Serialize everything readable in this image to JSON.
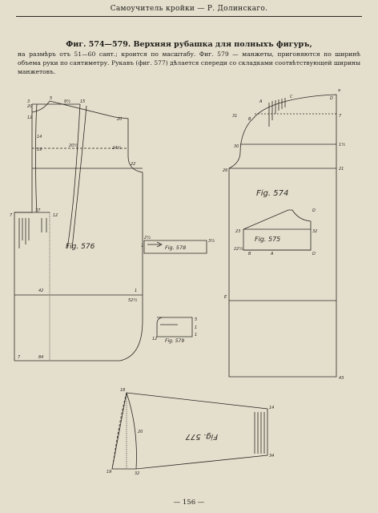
{
  "header": {
    "running_title": "Самоучитель кройки — Р. Долинскаго."
  },
  "figure": {
    "title": "Фиг. 574—579. Верхняя рубашка для полныхъ фигуръ,",
    "caption": "на размѣръ отъ 51—60 сант.; кроится по масштабу. Фиг. 579 — манжеты, пригоняются по ширинѣ объема руки по сантиметру. Рукавъ (фиг. 577) дѣлается спереди со складками соотвѣтствующей ширины манжетовъ."
  },
  "drawings": {
    "fig_576": {
      "label": "Fig. 576",
      "marks": [
        "3",
        "5",
        "9½",
        "15",
        "20",
        "20",
        "12",
        "14",
        "19",
        "20½",
        "24½",
        "22",
        "37",
        "7",
        "12",
        "42",
        "1",
        "52½",
        "7",
        "84"
      ]
    },
    "fig_578": {
      "label": "Fig. 578",
      "marks": [
        "2½",
        "1",
        "3½"
      ]
    },
    "fig_579": {
      "label": "Fig. 579",
      "marks": [
        "5",
        "1",
        "1",
        "12"
      ]
    },
    "fig_574": {
      "label": "Fig. 574",
      "marks": [
        "A",
        "B",
        "C",
        "D",
        "a",
        "31",
        "7",
        "30",
        "1½",
        "26",
        "21",
        "E",
        "43"
      ]
    },
    "fig_575": {
      "label": "Fig. 575",
      "marks": [
        "23",
        "22½",
        "B",
        "A",
        "D",
        "32",
        "D"
      ]
    },
    "fig_577": {
      "label": "Fig. 577",
      "marks": [
        "18",
        "14",
        "34",
        "20",
        "19",
        "32"
      ]
    }
  },
  "footer": {
    "page_number": "— 156 —"
  }
}
